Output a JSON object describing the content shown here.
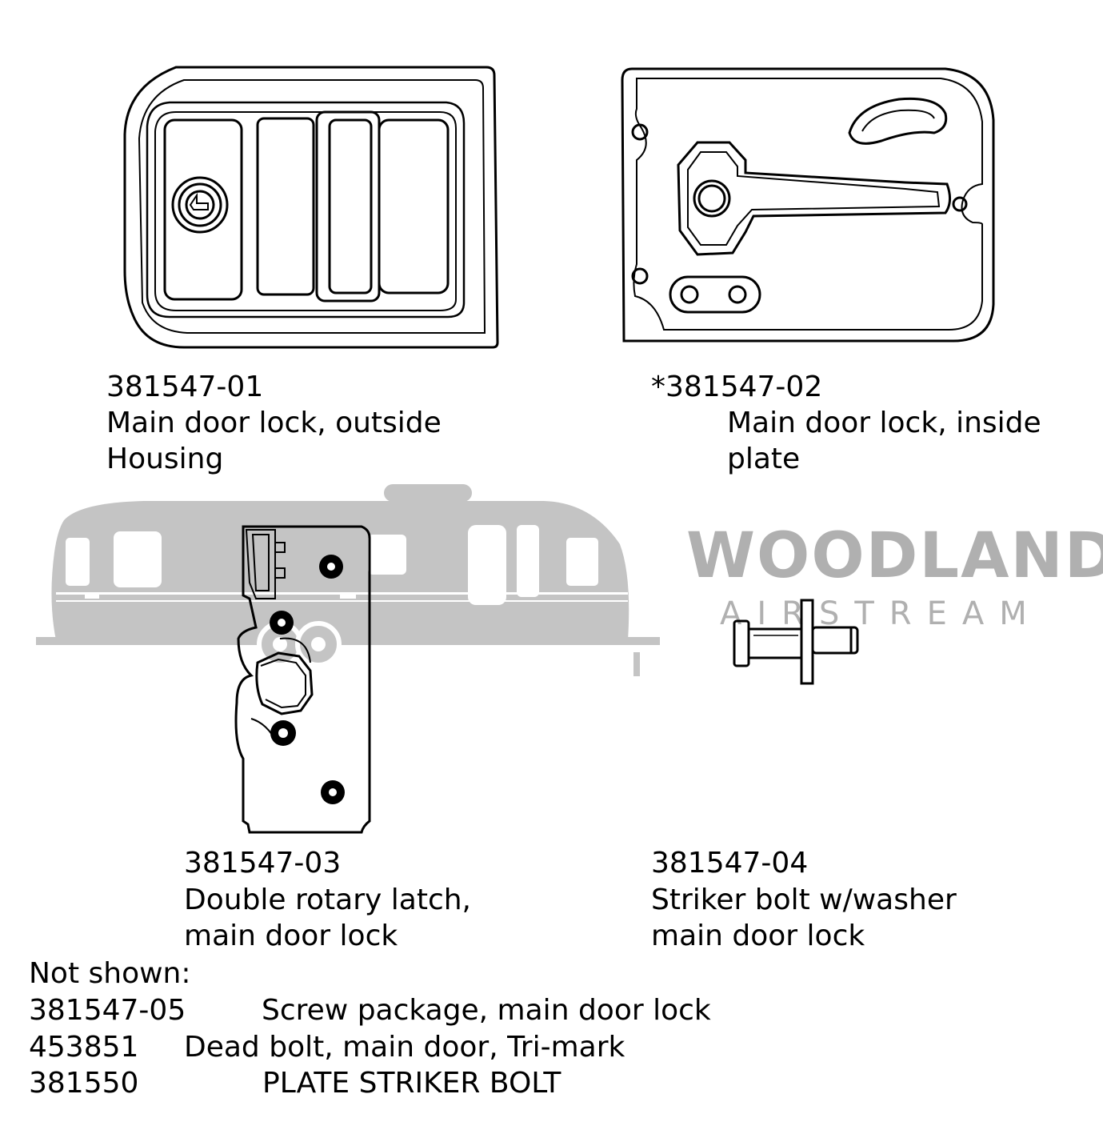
{
  "watermark": {
    "line1": "WOODLAND",
    "line2": "AIRSTREAM",
    "color": "#b0b0b0"
  },
  "parts": [
    {
      "number": "381547-01",
      "line1": "Main door lock, outside",
      "line2": "Housing",
      "icon": "outside-housing-drawing"
    },
    {
      "number": "*381547-02",
      "line1": "Main door lock, inside",
      "line2": "plate",
      "icon": "inside-plate-drawing"
    },
    {
      "number": "381547-03",
      "line1": "Double rotary latch,",
      "line2": "main door lock",
      "icon": "rotary-latch-drawing"
    },
    {
      "number": "381547-04",
      "line1": "Striker bolt w/washer",
      "line2": "main door lock",
      "icon": "striker-bolt-drawing"
    }
  ],
  "not_shown": {
    "heading": "Not shown:",
    "items": [
      {
        "number": "381547-05",
        "description": "Screw package, main door lock"
      },
      {
        "number": "453851",
        "description": "Dead bolt, main door, Tri-mark"
      },
      {
        "number": "381550",
        "description": "PLATE STRIKER BOLT"
      }
    ]
  }
}
